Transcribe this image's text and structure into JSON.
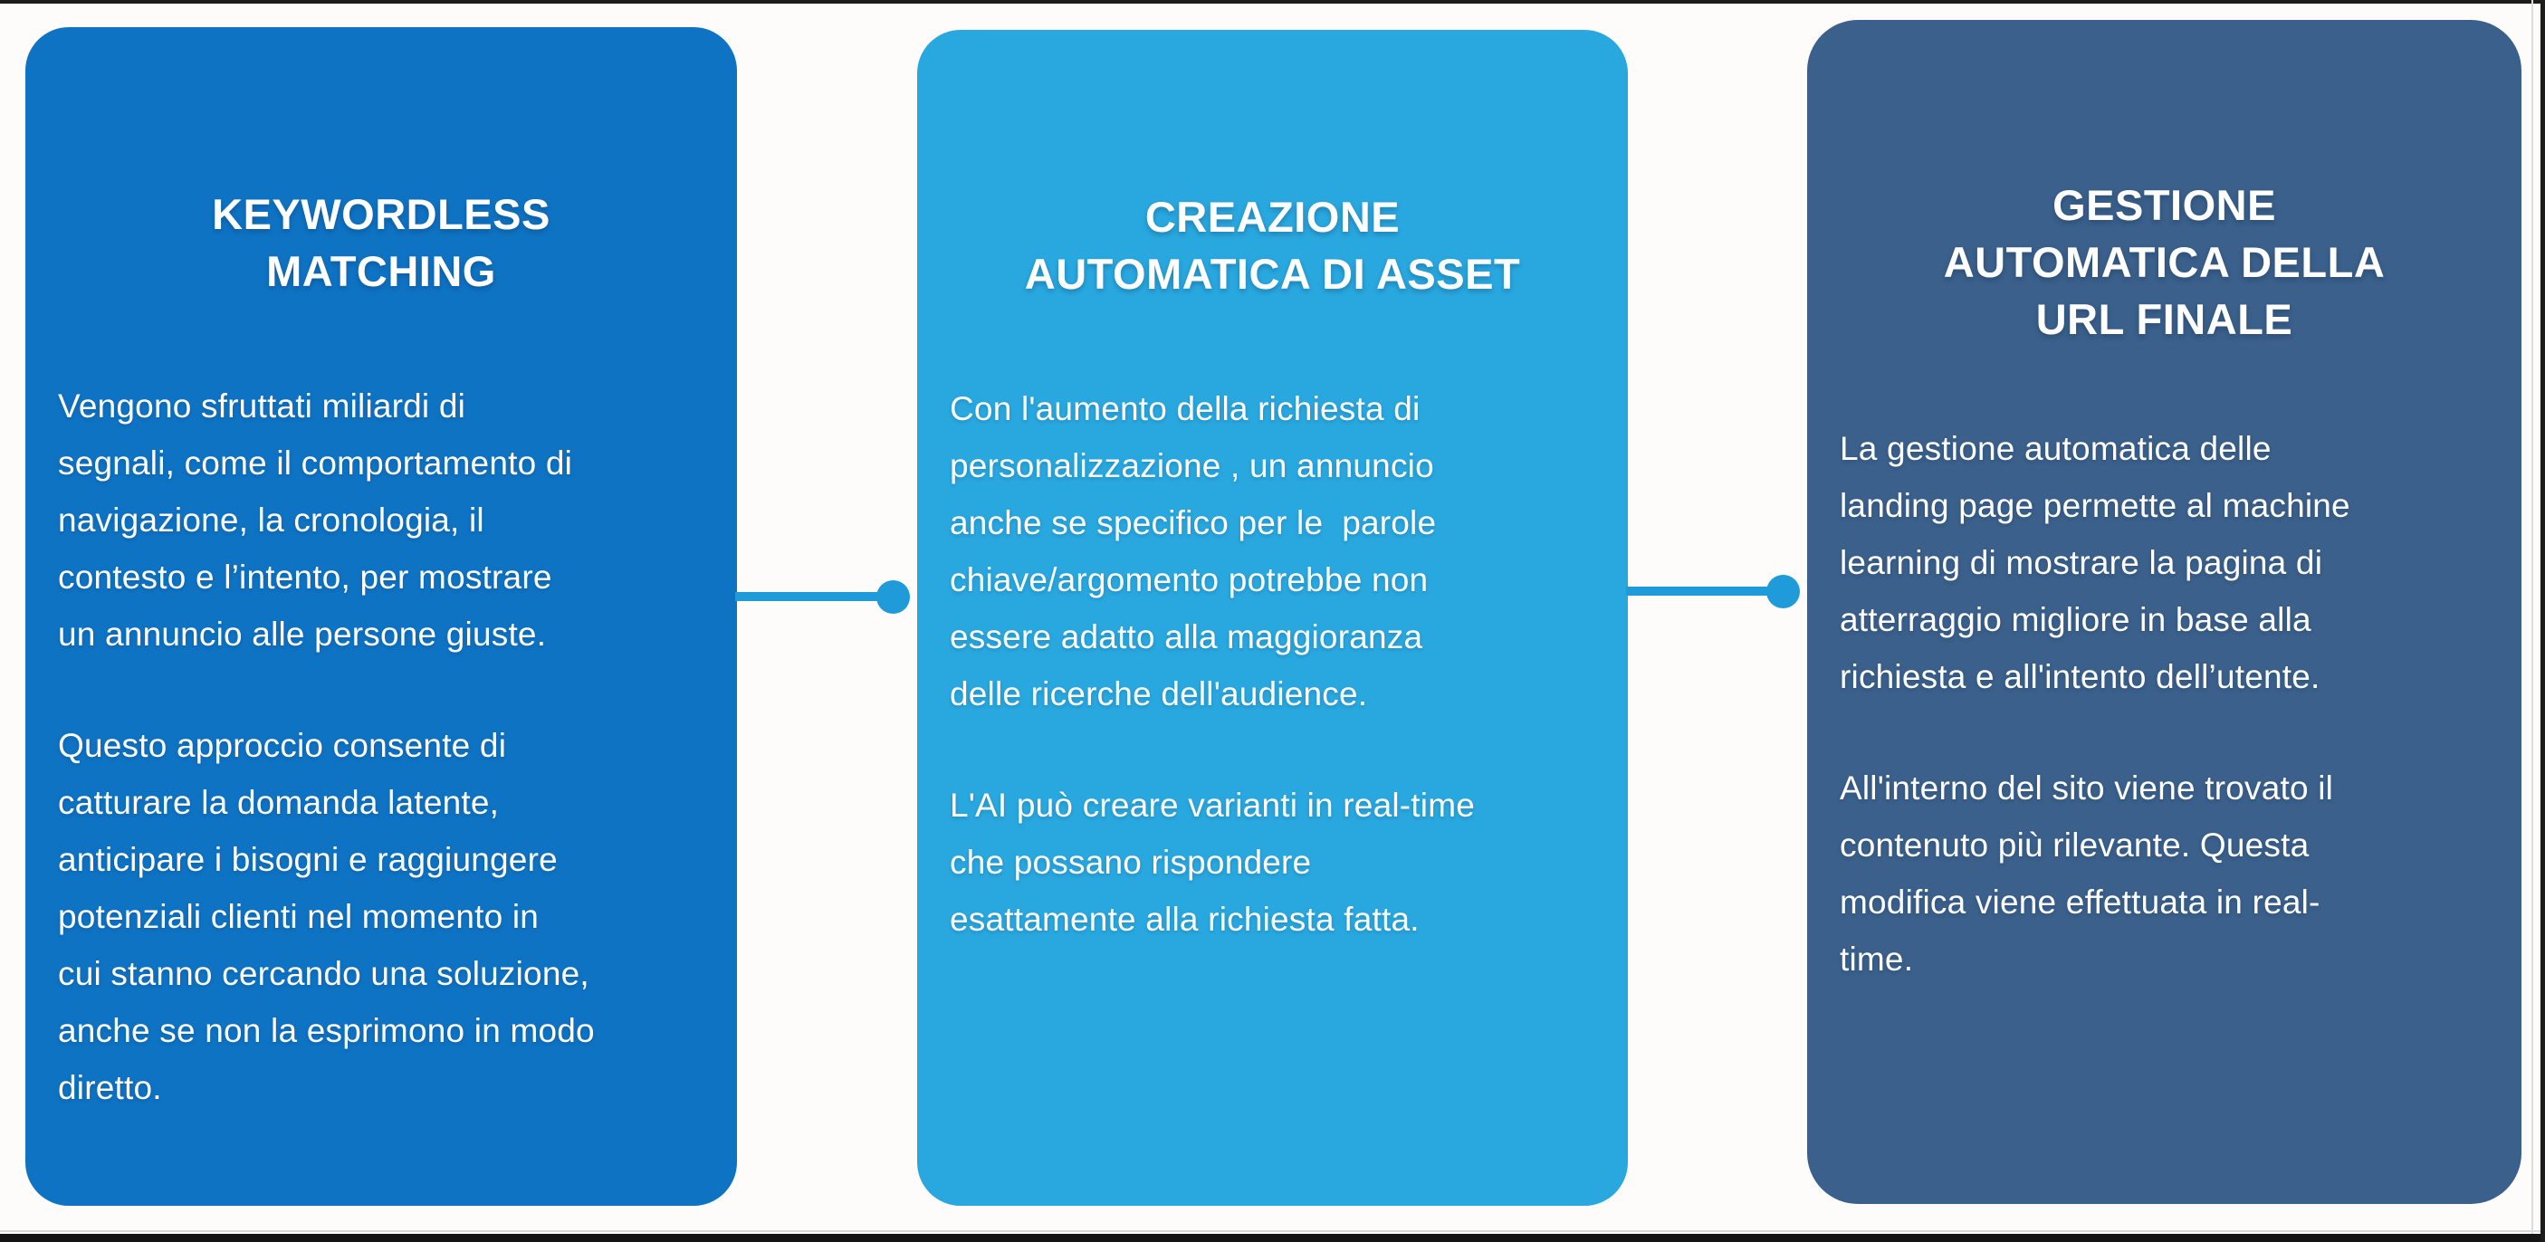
{
  "page": {
    "background": "#fdfcfa",
    "frame_color": "#1c1c1c",
    "connector_color": "#1e9bd8"
  },
  "cards": [
    {
      "id": "keywordless-matching",
      "bg": "#0f73c4",
      "title_lines": [
        "KEYWORDLESS",
        "MATCHING"
      ],
      "paragraphs": [
        [
          "Vengono sfruttati miliardi di",
          "segnali, come il comportamento di",
          "navigazione, la cronologia, il",
          "contesto e l’intento, per mostrare",
          "un annuncio alle persone giuste."
        ],
        [
          "Questo approccio consente di",
          "catturare la domanda latente,",
          "anticipare i bisogni e raggiungere",
          "potenziali clienti nel momento in",
          "cui stanno cercando una soluzione,",
          "anche se non la esprimono in modo",
          "diretto."
        ]
      ]
    },
    {
      "id": "creazione-automatica-di-asset",
      "bg": "#29a8e0",
      "title_lines": [
        "CREAZIONE",
        "AUTOMATICA DI ASSET"
      ],
      "paragraphs": [
        [
          "Con l'aumento della richiesta di",
          "personalizzazione , un annuncio",
          "anche se specifico per le  parole",
          "chiave/argomento potrebbe non",
          "essere adatto alla maggioranza",
          "delle ricerche dell'audience."
        ],
        [
          "L'AI può creare varianti in real-time",
          "che possano rispondere",
          "esattamente alla richiesta fatta."
        ]
      ]
    },
    {
      "id": "gestione-automatica-della-url-finale",
      "bg": "#3a608b",
      "title_lines": [
        "GESTIONE",
        "AUTOMATICA DELLA",
        "URL FINALE"
      ],
      "paragraphs": [
        [
          "La gestione automatica delle",
          "landing page permette al machine",
          "learning di mostrare la pagina di",
          "atterraggio migliore in base alla",
          "richiesta e all'intento dell’utente."
        ],
        [
          "All'interno del sito viene trovato il",
          "contenuto più rilevante. Questa",
          "modifica viene effettuata in real-",
          "time."
        ]
      ]
    }
  ]
}
